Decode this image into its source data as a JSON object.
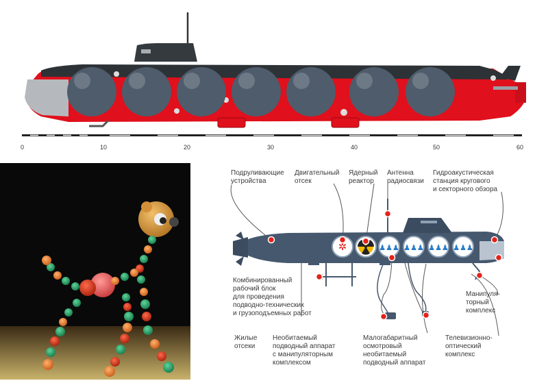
{
  "scale": {
    "ticks": [
      "0",
      "10",
      "20",
      "30",
      "40",
      "50",
      "60"
    ]
  },
  "diagram": {
    "labels": {
      "thrusters": "Подруливающие\nустройства",
      "engine": "Двигательный\nотсек",
      "reactor": "Ядерный\nреактор",
      "antenna": "Антенна\nрадиосвязи",
      "sonar": "Гидроакустическая\nстанция кругового\nи секторного обзора",
      "combined_block": "Комбинированный\nрабочий блок\nдля проведения\nподводно-технических\nи грузоподъемных работ",
      "manipulator": "Манипуля-\nторный\nкомплекс",
      "living": "Жилые\nотсеки",
      "uninhabited": "Необитаемый\nподводный аппарат\nс манипуляторным\nкомплексом",
      "small_vehicle": "Малогабаритный\nосмотровый\nнеобитаемый\nподводный аппарат",
      "tv": "Телевизионно-\nоптический\nкомплекс"
    }
  },
  "colors": {
    "hull_red": "#e0101c",
    "hull_dark": "#2d3236",
    "sphere": "#4e5c6c",
    "diagram_hull": "#46586e",
    "callout_red": "#e2231a",
    "label_text": "#3a3a3a"
  },
  "icons": [
    "propeller-icon",
    "radiation-icon",
    "crew-icon"
  ]
}
